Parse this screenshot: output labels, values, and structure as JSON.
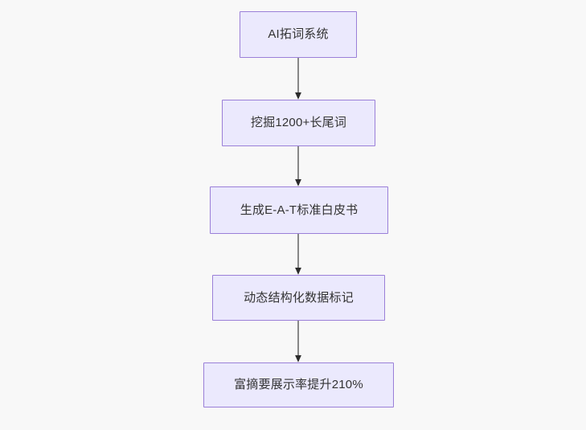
{
  "diagram": {
    "type": "flowchart",
    "direction": "top-to-bottom",
    "background_color": "#f8f8f8",
    "node_fill_color": "#ebe9fd",
    "node_border_color": "#9a7fd8",
    "node_text_color": "#333333",
    "edge_color": "#888888",
    "arrowhead_color": "#2b2b2b",
    "nodes": [
      {
        "id": "node-1",
        "label": "AI拓词系统"
      },
      {
        "id": "node-2",
        "label": "挖掘1200+长尾词"
      },
      {
        "id": "node-3",
        "label": "生成E-A-T标准白皮书"
      },
      {
        "id": "node-4",
        "label": "动态结构化数据标记"
      },
      {
        "id": "node-5",
        "label": "富摘要展示率提升210%"
      }
    ],
    "edges": [
      {
        "from": "node-1",
        "to": "node-2",
        "label": ""
      },
      {
        "from": "node-2",
        "to": "node-3",
        "label": ""
      },
      {
        "from": "node-3",
        "to": "node-4",
        "label": ""
      },
      {
        "from": "node-4",
        "to": "node-5",
        "label": ""
      }
    ]
  }
}
